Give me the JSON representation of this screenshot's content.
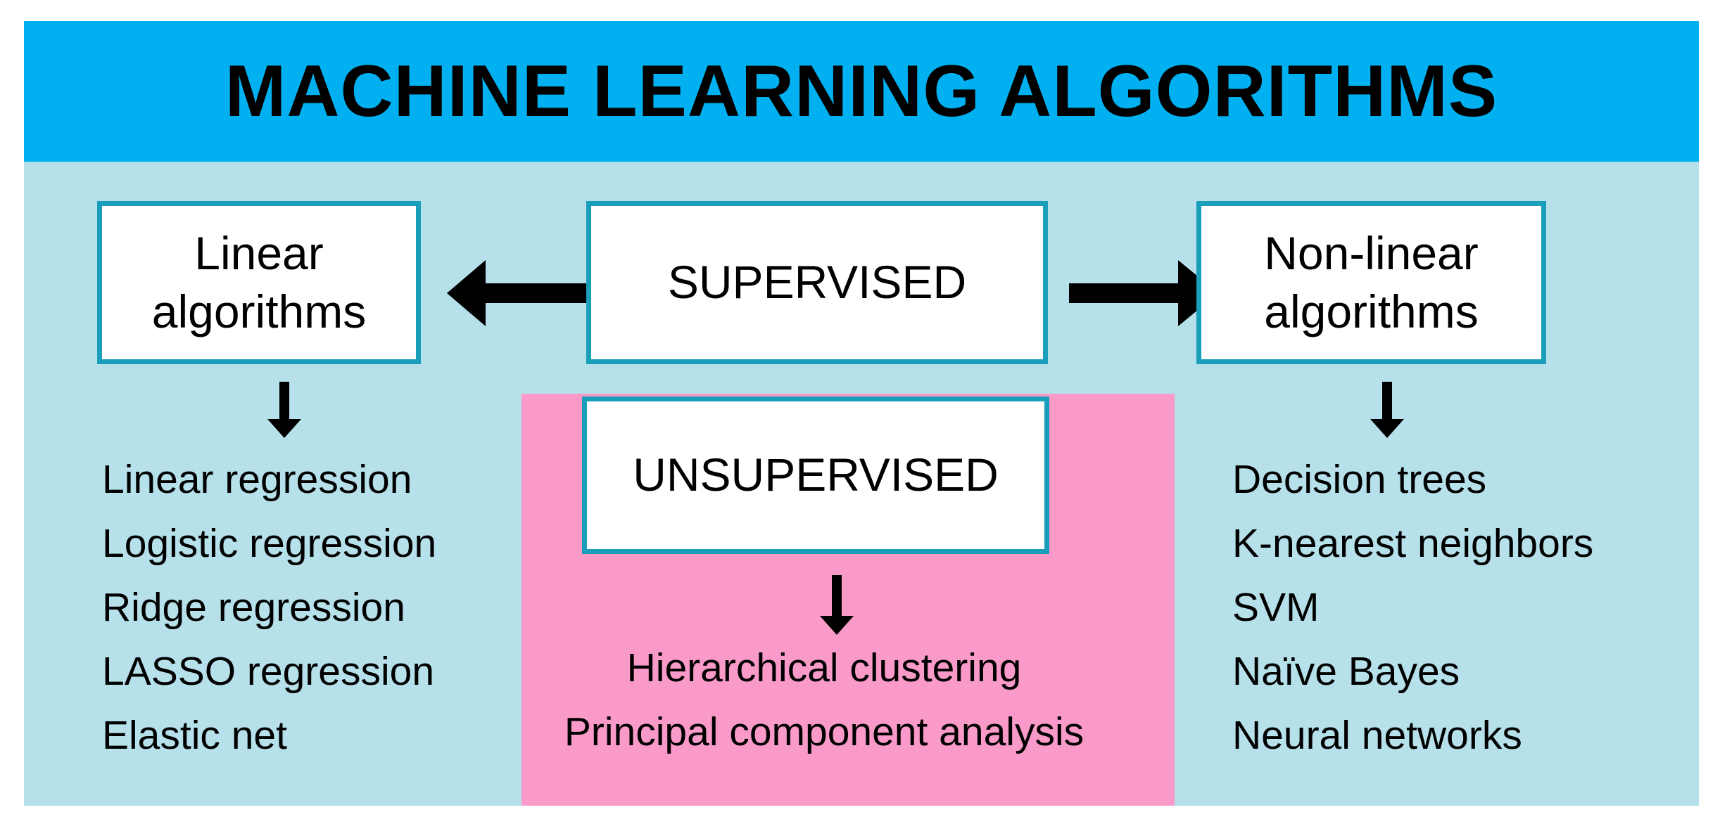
{
  "title": "MACHINE LEARNING ALGORITHMS",
  "supervised": {
    "label": "SUPERVISED"
  },
  "unsupervised": {
    "label": "UNSUPERVISED",
    "items": [
      "Hierarchical clustering",
      "Principal component analysis"
    ]
  },
  "linear": {
    "label_lines": [
      "Linear",
      "algorithms"
    ],
    "items": [
      "Linear regression",
      "Logistic regression",
      "Ridge regression",
      "LASSO regression",
      "Elastic net"
    ]
  },
  "nonlinear": {
    "label_lines": [
      "Non-linear",
      "algorithms"
    ],
    "items": [
      "Decision trees",
      "K-nearest neighbors",
      "SVM",
      "Naïve Bayes",
      "Neural networks"
    ]
  },
  "colors": {
    "title_bar": "#00b0f0",
    "panel": "#b6e0ea",
    "unsupervised_region": "#f99ac9",
    "box_border": "#1a9fba",
    "box_fill": "#ffffff",
    "arrow": "#000000"
  }
}
